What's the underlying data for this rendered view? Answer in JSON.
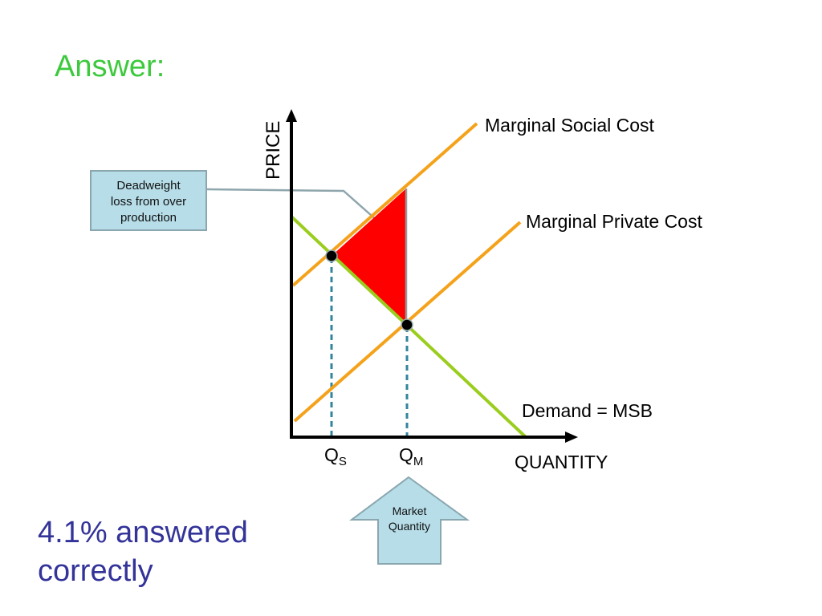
{
  "slide": {
    "title": "Answer:",
    "result_line1": "4.1% answered",
    "result_line2": "correctly"
  },
  "callout": {
    "line1": "Deadweight",
    "line2": "loss from over",
    "line3": "production"
  },
  "diagram": {
    "y_axis_label": "PRICE",
    "x_axis_label": "QUANTITY",
    "msc_label": "Marginal Social Cost",
    "mpc_label": "Marginal Private Cost",
    "demand_label": "Demand = MSB",
    "qs_main": "Q",
    "qs_sub": "S",
    "qm_main": "Q",
    "qm_sub": "M"
  },
  "market_arrow": {
    "line1": "Market",
    "line2": "Quantity"
  },
  "colors": {
    "title": "#3cc93c",
    "result": "#33339a",
    "cost_curves": "#f5a21b",
    "demand_curve": "#9acd1e",
    "deadweight_area": "#ff0000",
    "dashed_lines": "#31859c",
    "callout_fill": "#b6dde8"
  }
}
